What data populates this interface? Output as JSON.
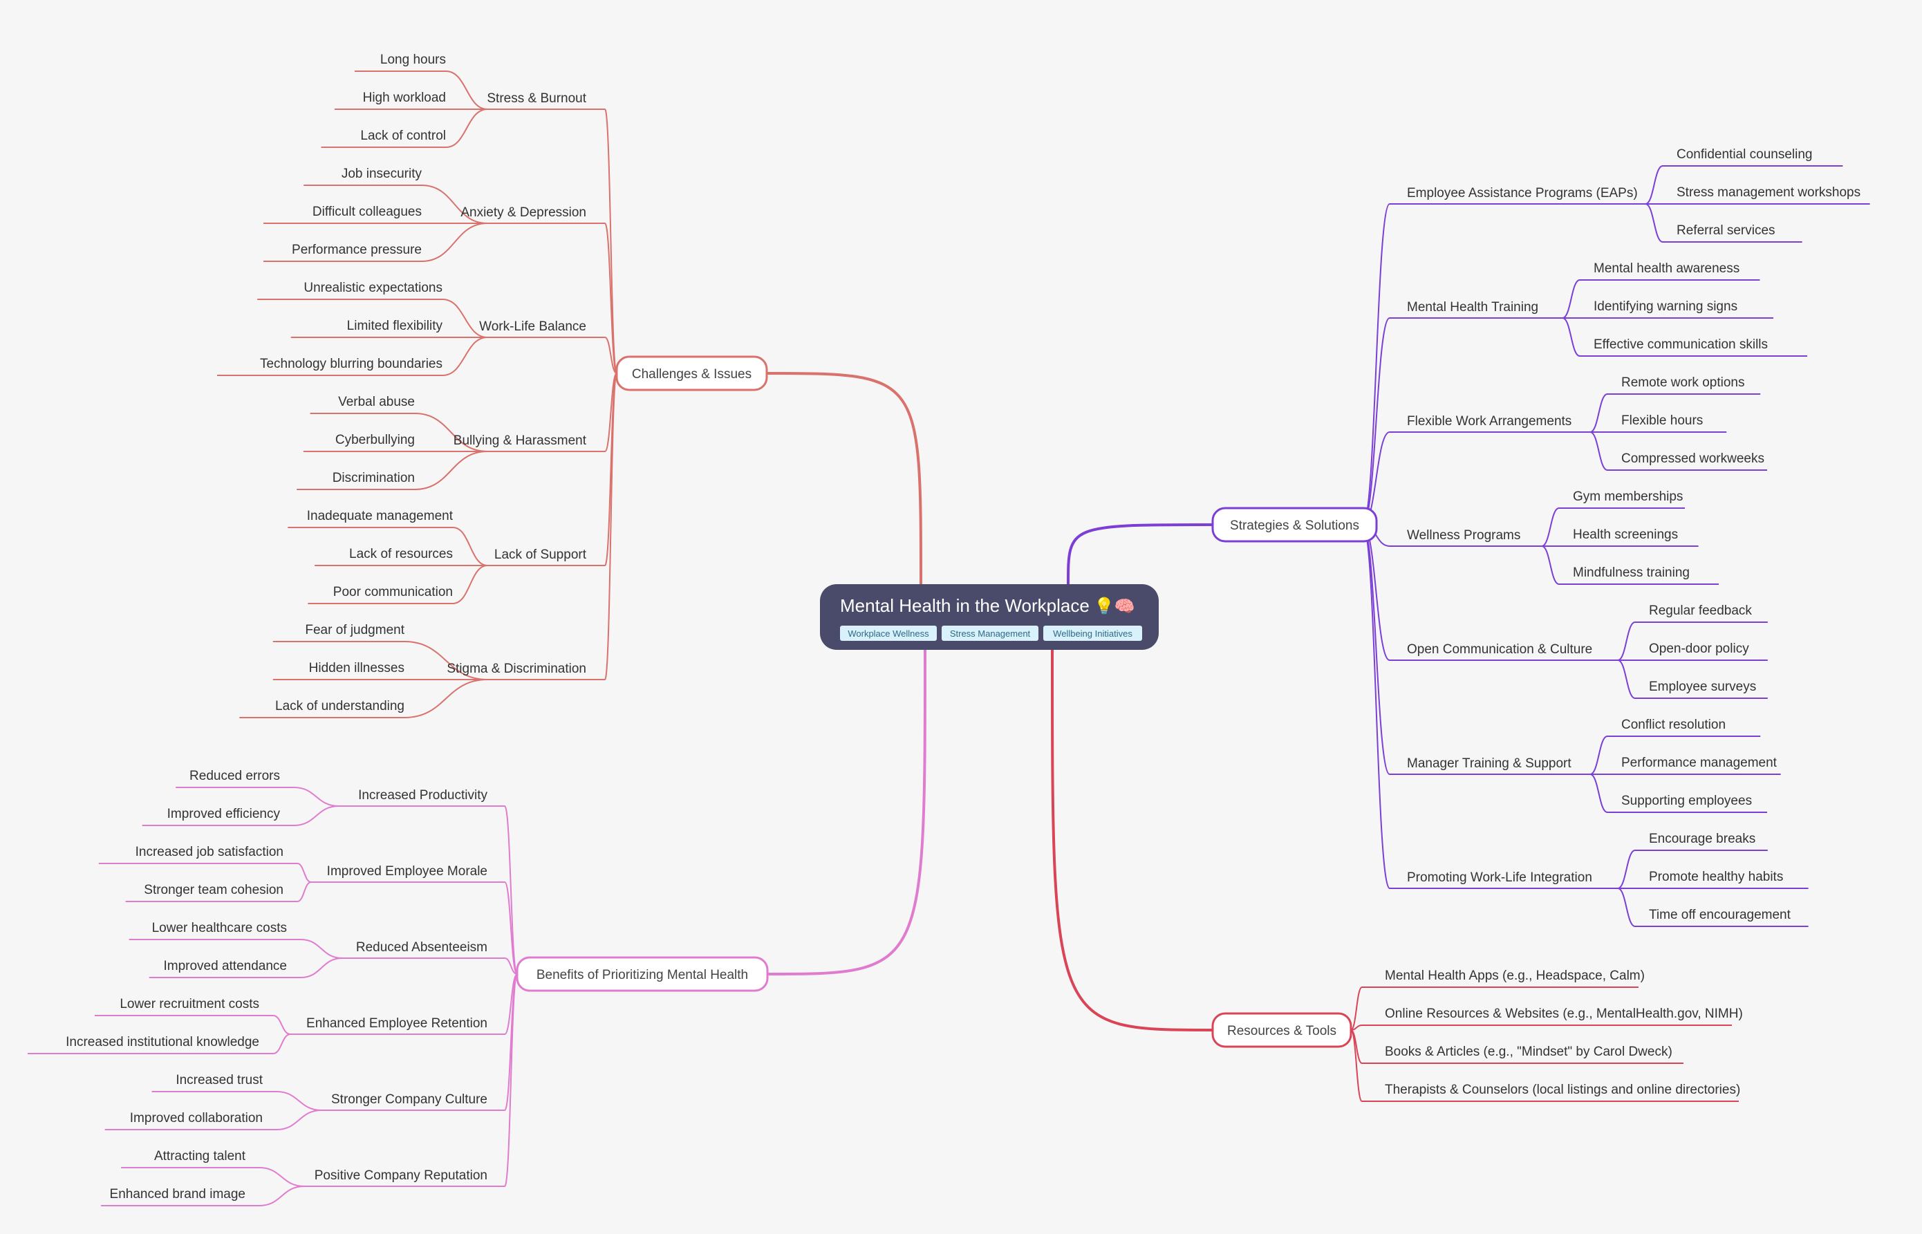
{
  "center": {
    "title": "Mental Health in the Workplace",
    "emoji": "💡🧠",
    "tags": [
      "Workplace Wellness",
      "Stress Management",
      "Wellbeing Initiatives"
    ]
  },
  "colors": {
    "challenges": "#d9716c",
    "strategies": "#7b3fd6",
    "benefits": "#e07ccf",
    "resources": "#d94456",
    "center_bg": "#4a4a6a",
    "tag_bg": "#d8f1fb"
  },
  "branches": [
    {
      "label": "Challenges & Issues",
      "color_key": "challenges",
      "children": [
        {
          "label": "Stress & Burnout",
          "children": [
            "Long hours",
            "High workload",
            "Lack of control"
          ]
        },
        {
          "label": "Anxiety & Depression",
          "children": [
            "Job insecurity",
            "Difficult colleagues",
            "Performance pressure"
          ]
        },
        {
          "label": "Work-Life Balance",
          "children": [
            "Unrealistic expectations",
            "Limited flexibility",
            "Technology blurring boundaries"
          ]
        },
        {
          "label": "Bullying & Harassment",
          "children": [
            "Verbal abuse",
            "Cyberbullying",
            "Discrimination"
          ]
        },
        {
          "label": "Lack of Support",
          "children": [
            "Inadequate management",
            "Lack of resources",
            "Poor communication"
          ]
        },
        {
          "label": "Stigma & Discrimination",
          "children": [
            "Fear of judgment",
            "Hidden illnesses",
            "Lack of understanding"
          ]
        }
      ]
    },
    {
      "label": "Strategies & Solutions",
      "color_key": "strategies",
      "children": [
        {
          "label": "Employee Assistance Programs (EAPs)",
          "children": [
            "Confidential counseling",
            "Stress management workshops",
            "Referral services"
          ]
        },
        {
          "label": "Mental Health Training",
          "children": [
            "Mental health awareness",
            "Identifying warning signs",
            "Effective communication skills"
          ]
        },
        {
          "label": "Flexible Work Arrangements",
          "children": [
            "Remote work options",
            "Flexible hours",
            "Compressed workweeks"
          ]
        },
        {
          "label": "Wellness Programs",
          "children": [
            "Gym memberships",
            "Health screenings",
            "Mindfulness training"
          ]
        },
        {
          "label": "Open Communication & Culture",
          "children": [
            "Regular feedback",
            "Open-door policy",
            "Employee surveys"
          ]
        },
        {
          "label": "Manager Training & Support",
          "children": [
            "Conflict resolution",
            "Performance management",
            "Supporting employees"
          ]
        },
        {
          "label": "Promoting Work-Life Integration",
          "children": [
            "Encourage breaks",
            "Promote healthy habits",
            "Time off encouragement"
          ]
        }
      ]
    },
    {
      "label": "Benefits of Prioritizing Mental Health",
      "color_key": "benefits",
      "children": [
        {
          "label": "Increased Productivity",
          "children": [
            "Reduced errors",
            "Improved efficiency"
          ]
        },
        {
          "label": "Improved Employee Morale",
          "children": [
            "Increased job satisfaction",
            "Stronger team cohesion"
          ]
        },
        {
          "label": "Reduced Absenteeism",
          "children": [
            "Lower healthcare costs",
            "Improved attendance"
          ]
        },
        {
          "label": "Enhanced Employee Retention",
          "children": [
            "Lower recruitment costs",
            "Increased institutional knowledge"
          ]
        },
        {
          "label": "Stronger Company Culture",
          "children": [
            "Increased trust",
            "Improved collaboration"
          ]
        },
        {
          "label": "Positive Company Reputation",
          "children": [
            "Attracting talent",
            "Enhanced brand image"
          ]
        }
      ]
    },
    {
      "label": "Resources & Tools",
      "color_key": "resources",
      "children": [
        {
          "label": "Mental Health Apps (e.g., Headspace, Calm)",
          "children": []
        },
        {
          "label": "Online Resources & Websites (e.g., MentalHealth.gov, NIMH)",
          "children": []
        },
        {
          "label": "Books & Articles (e.g., \"Mindset\" by Carol Dweck)",
          "children": []
        },
        {
          "label": "Therapists & Counselors (local listings and online directories)",
          "children": []
        }
      ]
    }
  ]
}
